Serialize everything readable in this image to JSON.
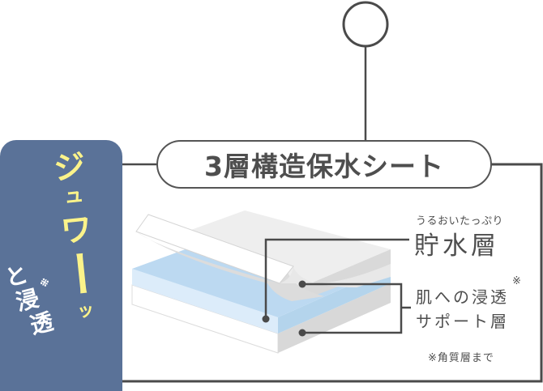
{
  "title": {
    "pill_label": "3層構造保水シート"
  },
  "side_panel": {
    "catchphrase_main": [
      "ジ",
      "ュ",
      "ワ",
      "ー",
      "ッ"
    ],
    "catchphrase_sub": [
      "と",
      "浸",
      "透"
    ],
    "footnote_mark": "※",
    "background_color": "#5a7298",
    "accent_color": "#fbf38a"
  },
  "layers": {
    "top_layer": {
      "ruby": "うるおいたっぷり",
      "label": "貯水層"
    },
    "support_layer": {
      "label_line1": "肌への浸透",
      "label_line2": "サポート層",
      "footnote_mark": "※"
    },
    "layer_colors": {
      "top": "#eeeeee",
      "middle": "#c0dcf2",
      "bottom": "#ffffff",
      "side_shade": "#d9d9d9"
    }
  },
  "footnote": "※角質層まで",
  "line_color": "#4a4a4a"
}
